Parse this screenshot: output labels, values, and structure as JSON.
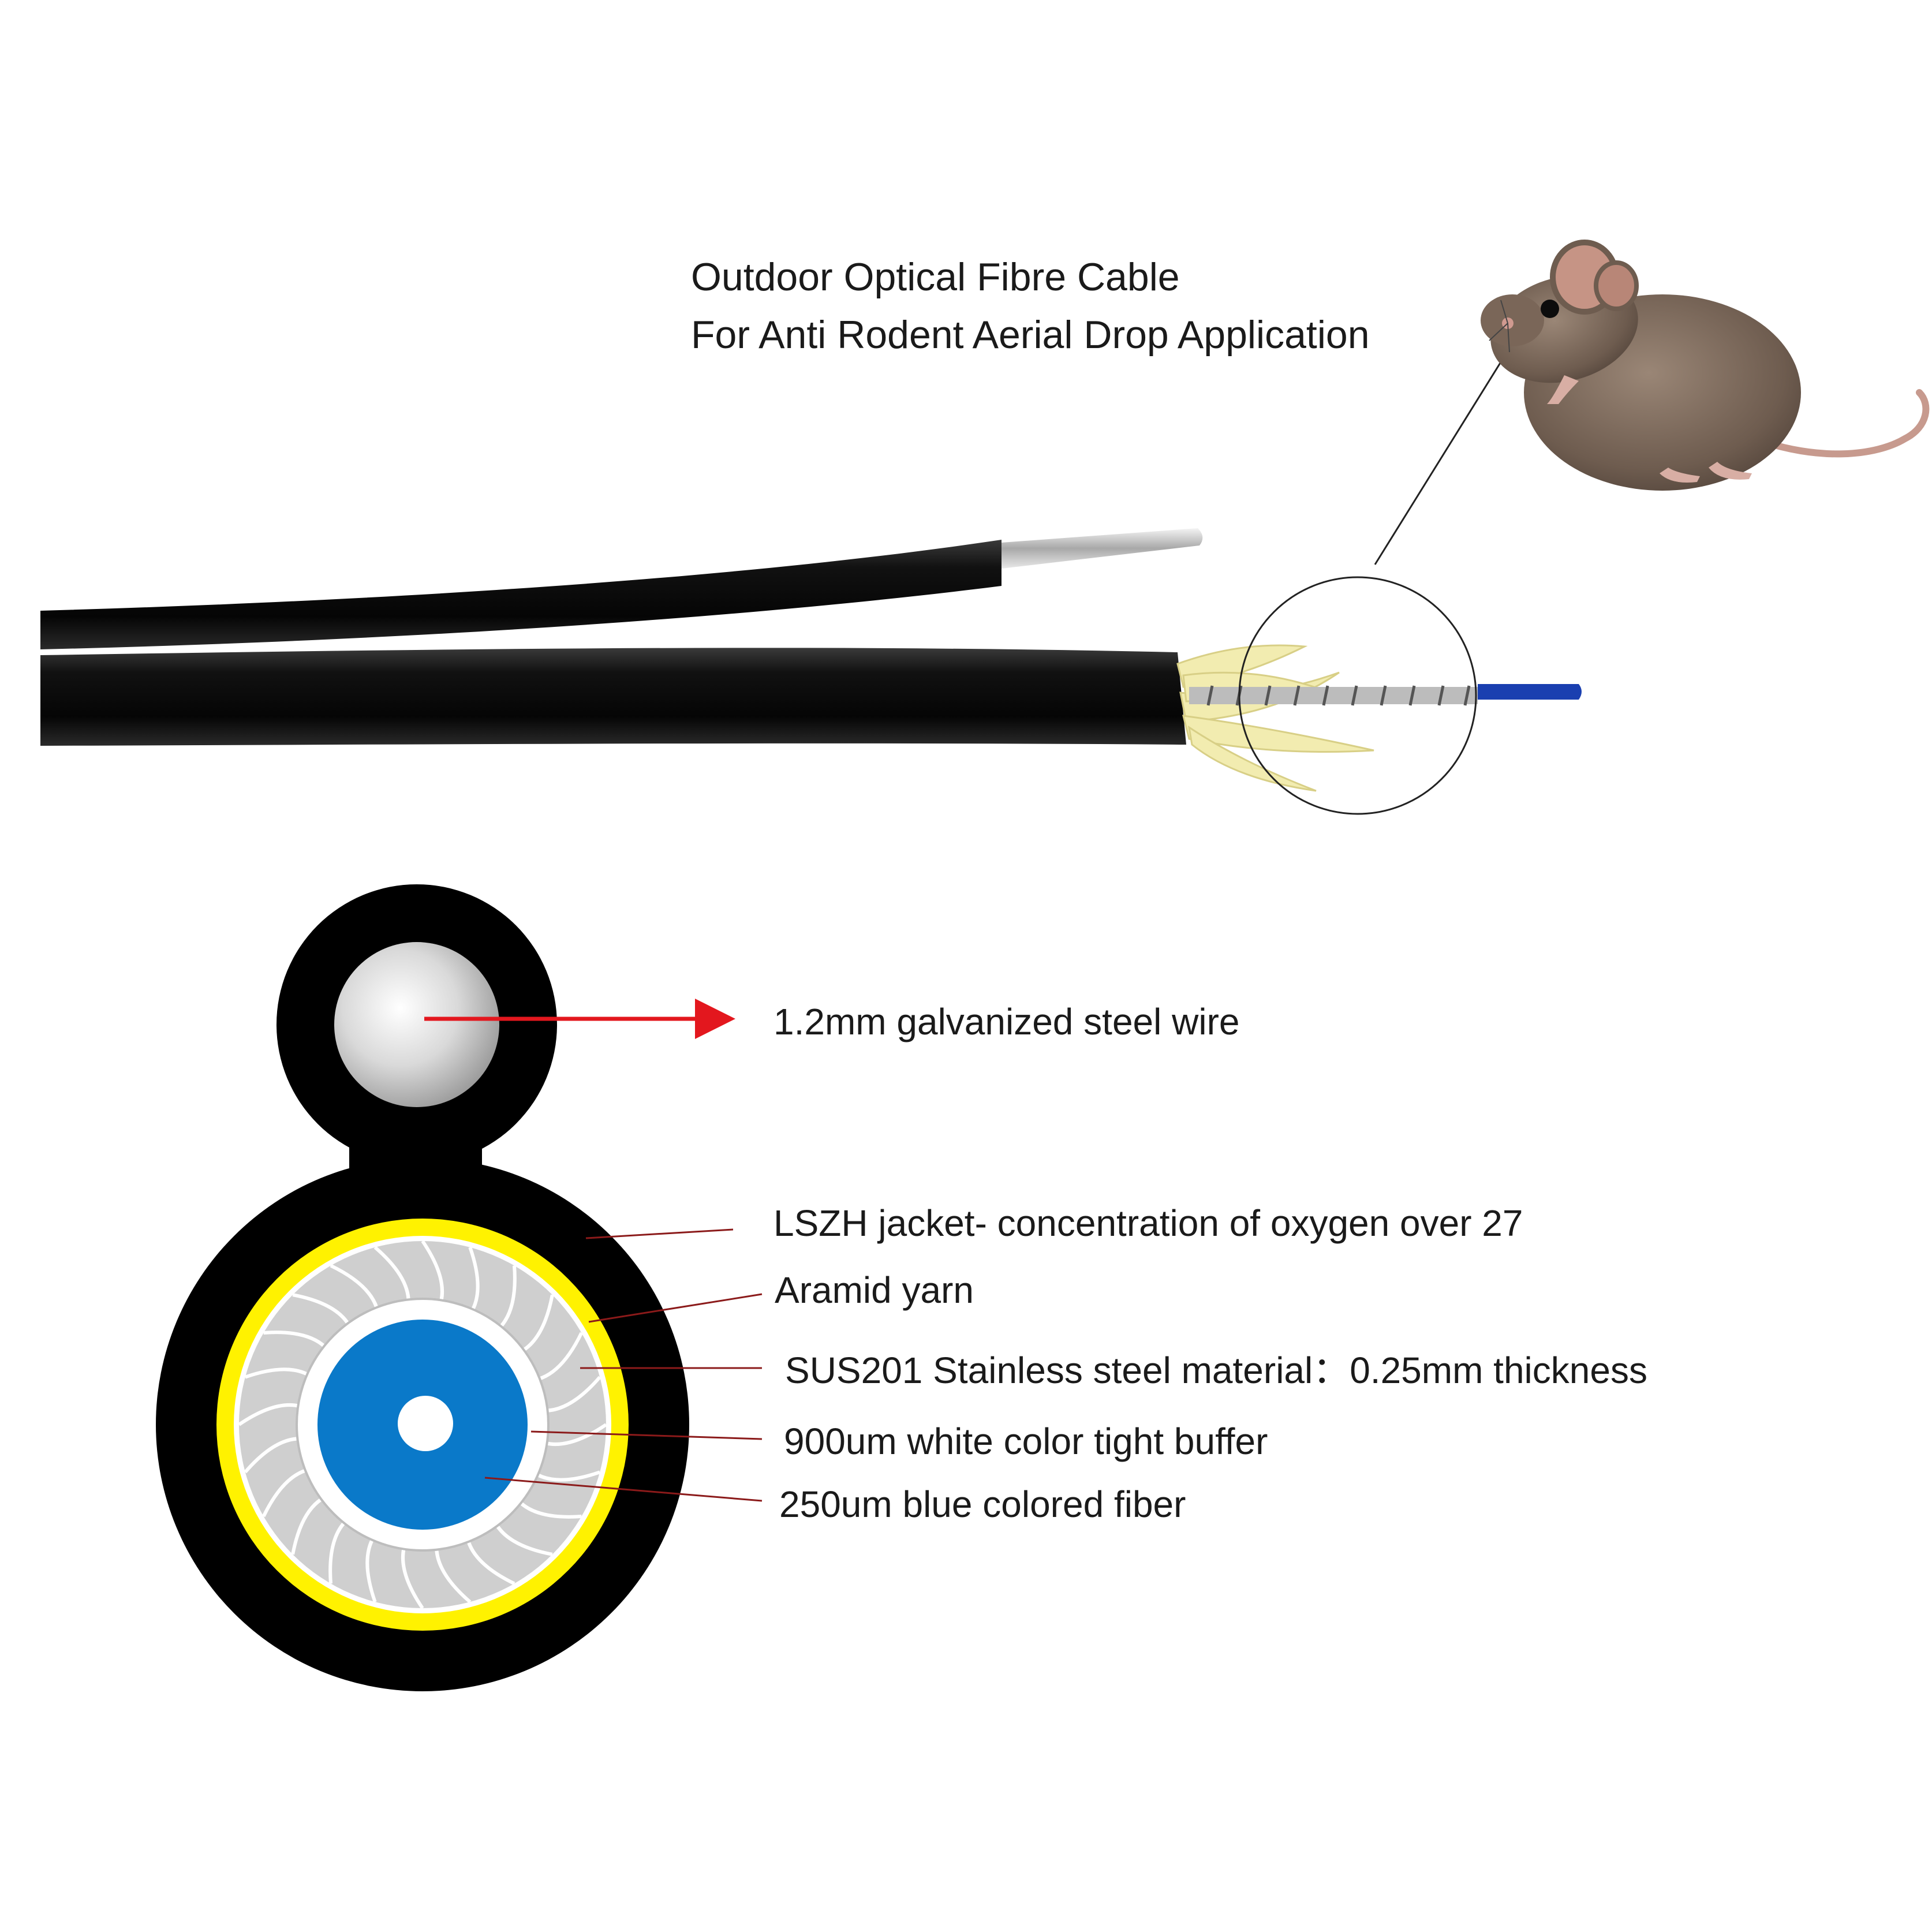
{
  "title": {
    "line1": "Outdoor Optical Fibre Cable",
    "line2": "For Anti Rodent Aerial Drop Application"
  },
  "labels": {
    "steel_wire": "1.2mm galvanized steel wire",
    "jacket": "LSZH jacket-  concentration of oxygen over 27",
    "aramid": "Aramid yarn",
    "stainless": "SUS201 Stainless steel material：0.25mm thickness",
    "tight_buffer": "900um white color tight buffer",
    "fiber": "250um blue colored fiber"
  },
  "colors": {
    "jacket": "#000000",
    "aramid_yellow": "#fff200",
    "steel_grey": "#c8c8c8",
    "buffer_white": "#ffffff",
    "fiber_blue": "#0a79c9",
    "arrow_red": "#e3171e",
    "leader_line": "#8b1a1a",
    "aramid_fiber_photo": "#f2ecb0",
    "fiber_tip_blue": "#1a3fb0"
  },
  "icons": {
    "rodent": "mouse-illustration",
    "magnifier": "detail-circle"
  }
}
